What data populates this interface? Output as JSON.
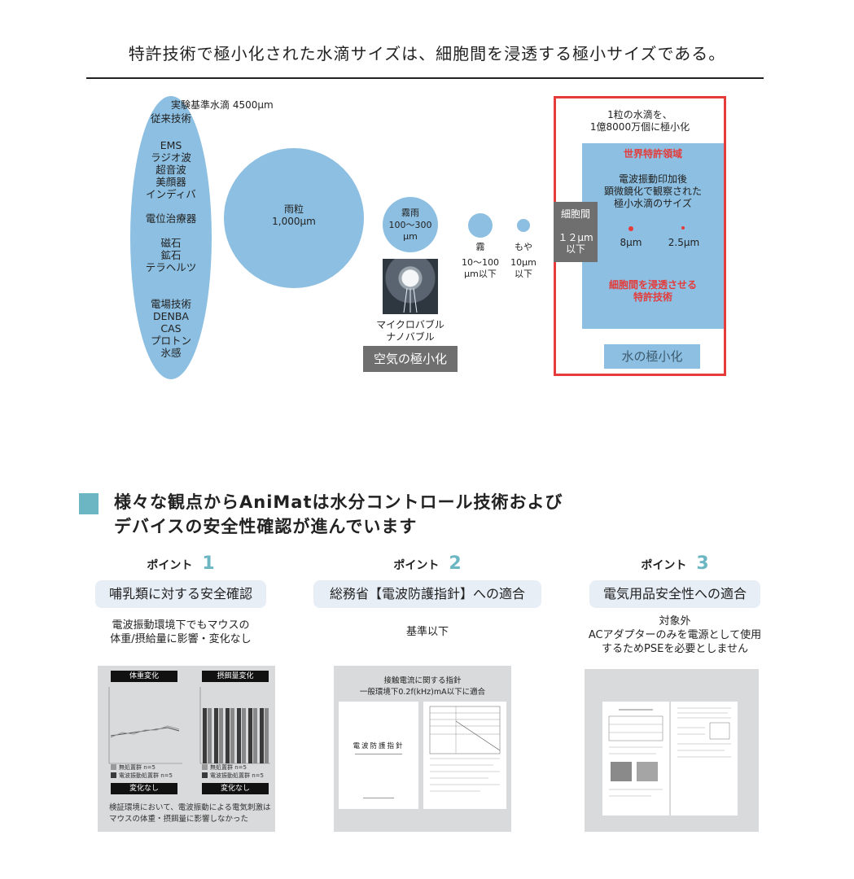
{
  "header": {
    "title": "特許技術で極小化された水滴サイズは、細胞間を浸透する極小サイズである。"
  },
  "diagram": {
    "ellipse": {
      "top_label": "実験基準水滴 4500μm",
      "items": [
        "従来技術",
        "EMS",
        "ラジオ波",
        "超音波",
        "美顔器",
        "インディバ",
        "電位治療器",
        "磁石",
        "鉱石",
        "テラヘルツ",
        "電場技術",
        "DENBA",
        "CAS",
        "プロトン",
        "氷感"
      ]
    },
    "raindrop": {
      "name": "雨粒",
      "size": "1,000μm"
    },
    "drizzle": {
      "name": "霧雨",
      "size_line1": "100〜300",
      "size_line2": "μm"
    },
    "fog": {
      "name": "霧",
      "size_line1": "10〜100",
      "size_line2": "μm以下"
    },
    "mist": {
      "name": "もや",
      "size_line1": "10μm",
      "size_line2": "以下"
    },
    "bubble": {
      "line1": "マイクロバブル",
      "line2": "ナノバブル"
    },
    "air_button": "空気の極小化",
    "panel": {
      "intro_line1": "1粒の水滴を、",
      "intro_line2": "1億8000万個に極小化",
      "patent_area": "世界特許領域",
      "desc_line1": "電波振動印加後",
      "desc_line2": "顕微鏡化で観察された",
      "desc_line3": "極小水滴のサイズ",
      "size_a": "8μm",
      "size_b": "2.5μm",
      "cell_label": "細胞間",
      "cell_size_line1": "１２μm",
      "cell_size_line2": "以下",
      "tech_line1": "細胞間を浸透させる",
      "tech_line2": "特許技術",
      "water_button": "水の極小化"
    }
  },
  "section": {
    "title_line1": "様々な観点からAniMatは水分コントロール技術および",
    "title_line2": "デバイスの安全性確認が進んでいます"
  },
  "points": [
    {
      "label": "ポイント",
      "number": "1",
      "heading": "哺乳類に対する安全確認",
      "desc_line1": "電波振動環境下でもマウスの",
      "desc_line2": "体重/摂給量に影響・変化なし",
      "desc_line3": "",
      "figure": {
        "chart1_title": "体重変化",
        "chart2_title": "摂餌量変化",
        "legend1": "無処置群 n=5",
        "legend2": "電波振動処置群 n=5",
        "result1": "変化なし",
        "result2": "変化なし",
        "caption_line1": "検証環境において、電波振動による電気刺激は",
        "caption_line2": "マウスの体重・摂餌量に影響しなかった"
      }
    },
    {
      "label": "ポイント",
      "number": "2",
      "heading": "総務省【電波防護指針】への適合",
      "desc_line1": "基準以下",
      "desc_line2": "",
      "desc_line3": "",
      "figure": {
        "header_line1": "接触電流に関する指針",
        "header_line2": "一般環境下0.2f(kHz)mA以下に適合",
        "doc_title": "電波防護指針"
      }
    },
    {
      "label": "ポイント",
      "number": "3",
      "heading": "電気用品安全性への適合",
      "desc_line1": "対象外",
      "desc_line2": "ACアダプターのみを電源として使用",
      "desc_line3": "するためPSEを必要としません"
    }
  ],
  "colors": {
    "blue": "#8cbfe1",
    "red": "#e53b3b",
    "teal": "#6bb6c2",
    "grey": "#6f6f6f"
  }
}
